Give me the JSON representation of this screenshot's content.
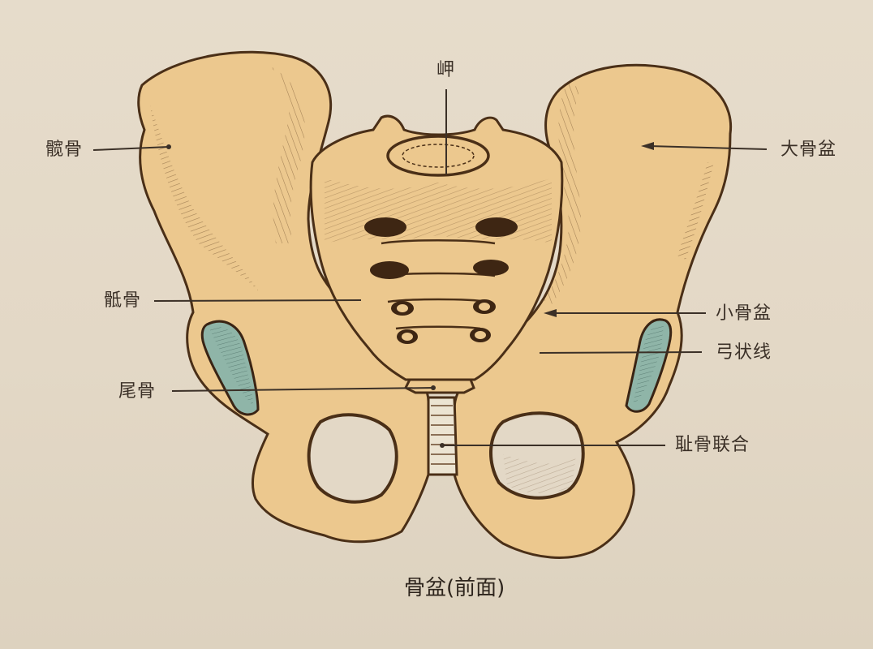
{
  "figure": {
    "title": "骨盆(前面)",
    "subject": "pelvis-anterior-view",
    "colors": {
      "background": "#e4d9c8",
      "bone": "#ecc88e",
      "bone_shadow": "#d9ae6c",
      "outline": "#4a2f17",
      "cartilage": "#8fb5a8",
      "symphysis": "#ece4d2",
      "leader_line": "#3b3027"
    },
    "labels": [
      {
        "id": "ilium",
        "text": "髋骨",
        "side": "left",
        "arrow": false
      },
      {
        "id": "promontory",
        "text": "岬",
        "side": "top",
        "arrow": false
      },
      {
        "id": "greater-pelvis",
        "text": "大骨盆",
        "side": "right",
        "arrow": true
      },
      {
        "id": "sacrum",
        "text": "骶骨",
        "side": "left",
        "arrow": false
      },
      {
        "id": "lesser-pelvis",
        "text": "小骨盆",
        "side": "right",
        "arrow": true
      },
      {
        "id": "arcuate-line",
        "text": "弓状线",
        "side": "right",
        "arrow": false
      },
      {
        "id": "coccyx",
        "text": "尾骨",
        "side": "left",
        "arrow": false
      },
      {
        "id": "pubic-symphysis",
        "text": "耻骨联合",
        "side": "right",
        "arrow": false
      }
    ]
  }
}
